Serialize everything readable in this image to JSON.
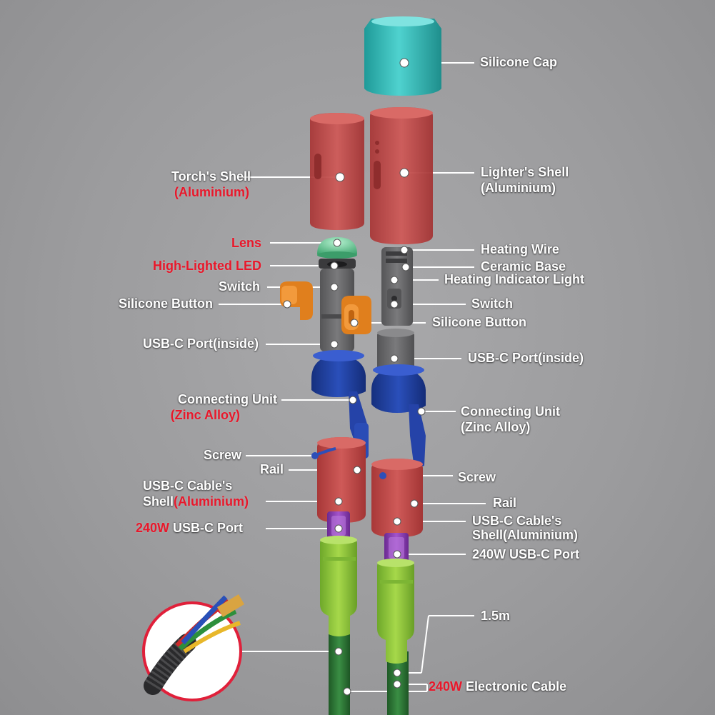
{
  "colors": {
    "background": "#9e9ea0",
    "label_white": "#ffffff",
    "label_red": "#e8182b",
    "cap": "#36b7b4",
    "shell": "#c14a4a",
    "lens": "#6fcf9a",
    "body": "#6e6e70",
    "button": "#e0801f",
    "connector": "#1f3f9e",
    "usbc_port": "#8a3bb0",
    "cable_sleeve": "#8ec53c",
    "cable": "#2f7a38"
  },
  "labels": {
    "silicone_cap": "Silicone Cap",
    "torch_shell": "Torch's Shell",
    "torch_shell_material": "(Aluminium)",
    "lighter_shell": "Lighter's Shell",
    "lighter_shell_material": "(Aluminium)",
    "lens": "Lens",
    "high_lighted_led": "High-Lighted LED",
    "switch_left": "Switch",
    "silicone_button_left": "Silicone Button",
    "usbc_port_inside_left": "USB-C Port(inside)",
    "heating_wire": "Heating Wire",
    "ceramic_base": "Ceramic Base",
    "heating_indicator_light": "Heating Indicator Light",
    "switch_right": "Switch",
    "silicone_button_right": "Silicone Button",
    "usbc_port_inside_right": "USB-C Port(inside)",
    "connecting_unit_left": "Connecting Unit",
    "connecting_unit_left_material": "(Zinc Alloy)",
    "connecting_unit_right": "Connecting Unit",
    "connecting_unit_right_material": "(Zinc Alloy)",
    "screw_left": "Screw",
    "rail_left": "Rail",
    "cable_shell_left_line1": "USB-C Cable's",
    "cable_shell_left_line2": "Shell",
    "cable_shell_left_material": "(Aluminium)",
    "port_240w_left_power": "240W",
    "port_240w_left_text": " USB-C Port",
    "screw_right": "Screw",
    "rail_right": "Rail",
    "cable_shell_right_line1": "USB-C Cable's",
    "cable_shell_right_line2": "Shell(Aluminium)",
    "port_240w_right": "240W USB-C Port",
    "length": "1.5m",
    "cable_power": "240W",
    "cable_text": " Electronic Cable"
  }
}
